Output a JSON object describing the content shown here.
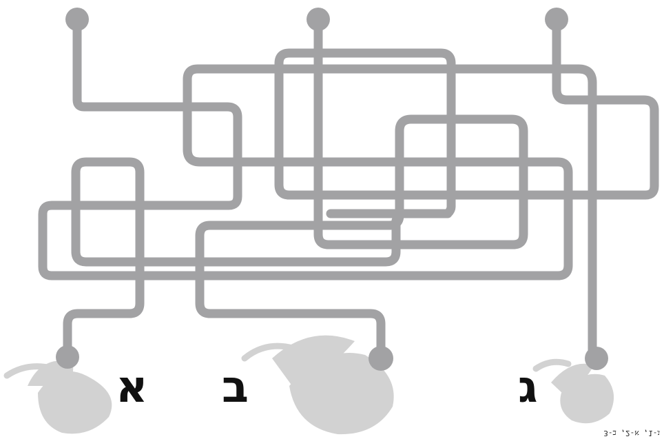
{
  "labels": {
    "a": "א",
    "b": "ב",
    "c": "ג"
  },
  "answer_text": "ג-1, א-2, ב-3",
  "colors": {
    "path": "#a2a2a4",
    "acorn": "#d2d2d2",
    "letters": "#111111"
  }
}
